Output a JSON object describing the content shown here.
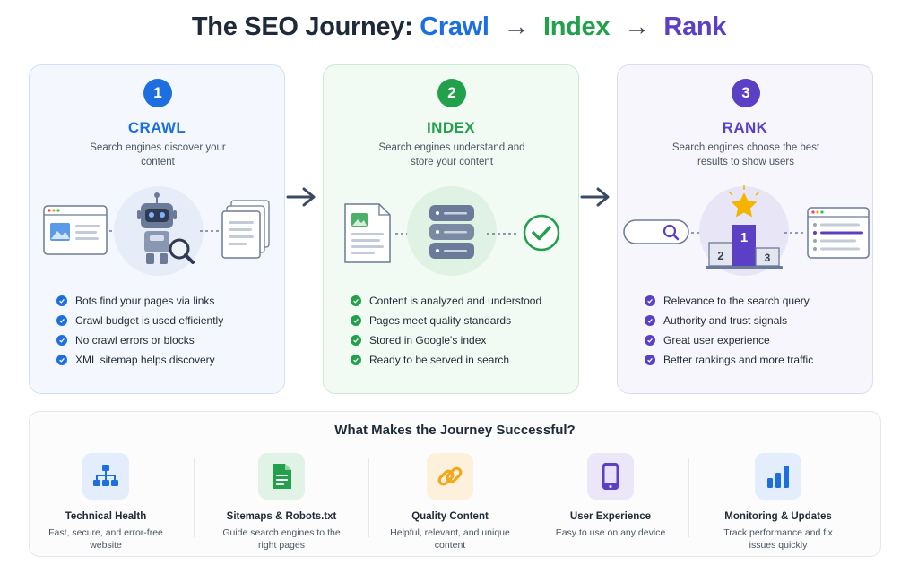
{
  "title": {
    "prefix": "The SEO Journey:",
    "step1": "Crawl",
    "step2": "Index",
    "step3": "Rank",
    "arrow": "→"
  },
  "stages": [
    {
      "number": "1",
      "title": "CRAWL",
      "subtitle": "Search engines discover your content",
      "checks": [
        "Bots find your pages via links",
        "Crawl budget is used efficiently",
        "No crawl errors or blocks",
        "XML sitemap helps discovery"
      ],
      "illustration_icons": [
        "browser-window-icon",
        "robot-icon",
        "magnifier-icon",
        "document-stack-icon"
      ]
    },
    {
      "number": "2",
      "title": "INDEX",
      "subtitle": "Search engines understand and store your content",
      "checks": [
        "Content is analyzed and understood",
        "Pages meet quality standards",
        "Stored in Google's index",
        "Ready to be served in search"
      ],
      "illustration_icons": [
        "document-icon",
        "database-icon",
        "check-circle-icon"
      ]
    },
    {
      "number": "3",
      "title": "RANK",
      "subtitle": "Search engines choose the best results to show users",
      "checks": [
        "Relevance to the search query",
        "Authority and trust signals",
        "Great user experience",
        "Better rankings and more traffic"
      ],
      "illustration_icons": [
        "search-bar-icon",
        "podium-icon",
        "star-icon",
        "results-list-icon"
      ],
      "podium": {
        "first": "1",
        "second": "2",
        "third": "3"
      }
    }
  ],
  "bottom": {
    "title": "What Makes the Journey Successful?",
    "factors": [
      {
        "icon": "sitemap-icon",
        "title": "Technical Health",
        "desc": "Fast, secure, and error-free website"
      },
      {
        "icon": "file-doc-icon",
        "title": "Sitemaps & Robots.txt",
        "desc": "Guide search engines to the right pages"
      },
      {
        "icon": "link-icon",
        "title": "Quality Content",
        "desc": "Helpful, relevant, and unique content"
      },
      {
        "icon": "mobile-icon",
        "title": "User Experience",
        "desc": "Easy to use on any device"
      },
      {
        "icon": "bar-chart-icon",
        "title": "Monitoring & Updates",
        "desc": "Track performance and fix issues quickly"
      }
    ]
  },
  "colors": {
    "crawl": "#1d6fe0",
    "index": "#22a04b",
    "rank": "#5b3fc4",
    "heading": "#1e2a3a",
    "gold": "#f4b400"
  }
}
